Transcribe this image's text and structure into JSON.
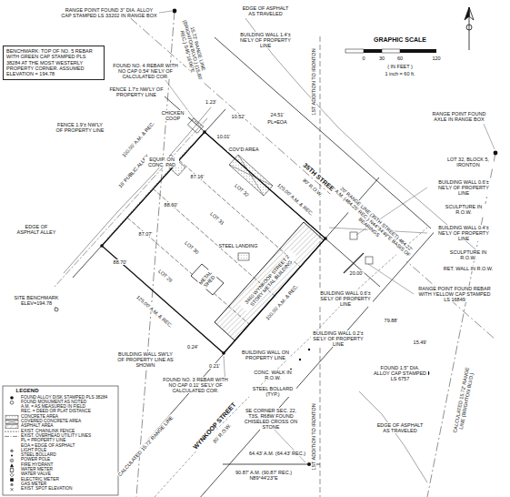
{
  "diagram": {
    "nodes": [
      {
        "text": [
          "BENCHMARK: TOP OF NO. 5 REBAR WITH GREEN CAP STAMPED PLS 38284 AT THE MOST WESTERLY PROPERTY CORNER. ASSUMED ELEVATION = 194.78"
        ]
      }
    ],
    "labels": [
      "RANGE POINT FOUND 3\" DIA. ALLOY CAP STAMPED LS 33202 IN RANGE BOX",
      "FOUND NO. 4 REBAR WITH NO CAP 0.54' NE'LY OF CALCULATED COR.",
      "15.72' RANGE LINE (BRIGHTON BLVD.) (15.80' REC.) S45°16'06\"E",
      "EDGE OF ASPHALT AS TRAVELED",
      "BUILDING WALL 1.4'± NE'LY OF PROPERTY LINE",
      "GRAPHIC SCALE",
      "0",
      "30",
      "60",
      "120",
      "( IN FEET )",
      "1 inch = 60 ft.",
      "FENCE 1.7'± NW'LY OF PROPERTY LINE",
      "1.23'",
      "CHICKEN COOP",
      "10.52'",
      "24.51'",
      "PL=EOA",
      "1ST ADDITION TO IRONTON",
      "FENCE 1.9'± NW'LY OF PROPERTY LINE",
      "16' PUBLIC ALLEY",
      "100.00' A.M. & REC.",
      "EDGE OF ASPHALT ALLEY",
      "EQUIP. ON CONC. PAD",
      "87.16'",
      "88.60'",
      "87.07'",
      "88.70'",
      "LOT 32",
      "LOT 31",
      "LOT 30",
      "LOT 29",
      "COV'D AREA",
      "10.01'",
      "STEEL LANDING",
      "METAL SHED",
      "SITE BENCHMARK ELEV=194.78",
      "125.00' A.M. & REC.",
      "125.00' A.M. & REC.",
      "100.00' A.M. & REC.",
      "3460 WYNKOOP STREET 2 STORY METAL BUILDING",
      "35TH STREET",
      "80' R.O.W.",
      "RANGE POINT FOUND AXLE IN RANGE BOX",
      "20' RANGE LINE (35TH STREET) 484.22' A.M. (484.25' REC.) N44°34'49\"E BASIS OF BEARINGS",
      "BUILDING WALL 0.6'± NE'LY OF PROPERTY LINE",
      "SCULPTURE IN R.O.W.",
      "LOT 32, BLOCK 5, IRONTON",
      "BUILDING WALL 0.4'± NE'LY OF PROPERTY LINE",
      "SCULPTURE IN R.O.W.",
      "RET. WALL IN R.O.W.",
      "20.00'",
      "RANGE POINT FOUND REBAR WITH YELLOW CAP STAMPED LS 16849",
      "79.88'",
      "15.49'",
      "CALCULATED 15.72' RANGE LINE (BRIGHTON BLVD.)",
      "FOUND 1.5\" DIA. ALLOY CAP STAMPED LS 6757",
      "EDGE OF ASPHALT AS TRAVELED",
      "BUILDING WALL 0.6'± SE'LY OF PROPERTY LINE",
      "BUILDING WALL 0.2'± SE'LY OF PROPERTY LINE",
      "BUILDING WALL SW'LY OF PROPERTY LINE AS SHOWN",
      "0.24'",
      "0.21'",
      "BUILDING WALL ON PROPERTY LINE",
      "FOUND NO. 3 REBAR WITH NO CAP 0.11' SE'LY OF CALCULATED COR.",
      "CONC. WALK IN R.O.W.",
      "STEEL BOLLARD (TYP.)",
      "SE CORNER SEC. 22, T3S, R68W FOUND CHISELED CROSS ON STONE",
      "64.43' A.M. (64.43' REC.)",
      "90.87' A.M. (90.87' REC.) N89°44'23\"E",
      "1ST ADDITION TO IRONTON",
      "WYNKOOP STREET",
      "80' R.O.W.",
      "CALCULATED 15.72' RANGE LINE",
      "LEGEND"
    ],
    "legend": [
      {
        "text": "FOUND ALLOY DISK STAMPED PLS 38284"
      },
      {
        "text": "FOUND MONUMENT AS NOTED"
      },
      {
        "text": "A.M. = AS MEASURED IN FIELD"
      },
      {
        "text": "REC. = DEED OR PLAT DISTANCE"
      },
      {
        "text": "CONCRETE AREA"
      },
      {
        "text": "COVERED CONCRETE AREA"
      },
      {
        "text": "ASPHALT AREA"
      },
      {
        "text": "EXIST. CHAINLINK FENCE"
      },
      {
        "text": "EXIST. OVERHEAD UTILITY LINES"
      },
      {
        "text": "PL = PROPERTY LINE"
      },
      {
        "text": "EOA = EDGE OF ASPHALT"
      },
      {
        "text": "LIGHT POLE"
      },
      {
        "text": "STEEL BOLLARD"
      },
      {
        "text": "POWER POLE"
      },
      {
        "text": "FIRE HYDRANT"
      },
      {
        "text": "WATER METER"
      },
      {
        "text": "WATER VALVE"
      },
      {
        "text": "ELECTRIC METER"
      },
      {
        "text": "GAS METER"
      },
      {
        "text": "EXIST. SPOT ELEVATION"
      }
    ]
  }
}
